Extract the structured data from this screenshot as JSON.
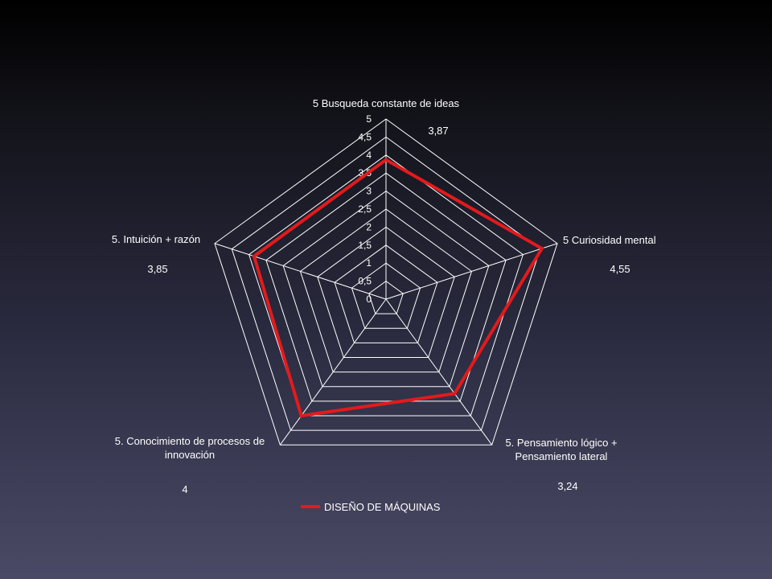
{
  "chart_data": {
    "type": "radar",
    "categories": [
      "5 Busqueda constante de ideas",
      "5 Curiosidad mental",
      "5. Pensamiento lógico + Pensamiento lateral",
      "5. Conocimiento de procesos de innovación",
      "5. Intuición + razón"
    ],
    "category_label_lines": [
      [
        "5 Busqueda constante de ideas"
      ],
      [
        "5 Curiosidad mental"
      ],
      [
        "5. Pensamiento lógico +",
        "Pensamiento lateral"
      ],
      [
        "5. Conocimiento de procesos de",
        "innovación"
      ],
      [
        "5. Intuición + razón"
      ]
    ],
    "series": [
      {
        "name": "DISEÑO DE MÁQUINAS",
        "values": [
          3.87,
          4.55,
          3.24,
          4,
          3.85
        ],
        "color": "#e31a1c"
      }
    ],
    "value_labels": [
      "3,87",
      "4,55",
      "3,24",
      "4",
      "3,85"
    ],
    "tick_labels": [
      "0",
      "0,5",
      "1",
      "1,5",
      "2",
      "2,5",
      "3",
      "3,5",
      "4",
      "4,5",
      "5"
    ],
    "ticks": [
      0,
      0.5,
      1,
      1.5,
      2,
      2.5,
      3,
      3.5,
      4,
      4.5,
      5
    ],
    "rlim": [
      0,
      5
    ],
    "grid": true,
    "legend": "bottom",
    "grid_color": "#ffffff"
  }
}
